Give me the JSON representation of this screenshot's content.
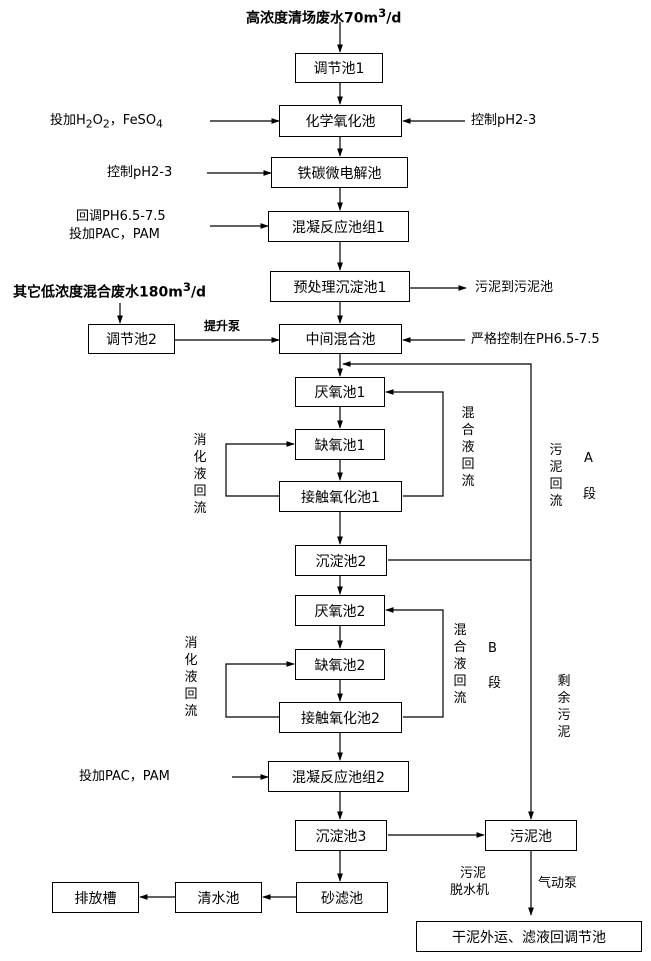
{
  "diagram": {
    "source_label_html": "高浓度清场废水70m<sup>3</sup>/d",
    "other_source_label_html": "其它低浓度混合废水180m<sup>3</sup>/d",
    "dosing_h2o2_html": "投加H<sub>2</sub>O<sub>2</sub>，FeSO<sub>4</sub>",
    "ph_control_oxidation": "控制pH2-3",
    "ph_control_iron_carbon": "控制pH2-3",
    "ph_adjust_line1": "回调PH6.5-7.5",
    "ph_adjust_line2": "投加PAC，PAM",
    "sludge_to_sludge_tank": "污泥到污泥池",
    "lift_pump": "提升泵",
    "strict_ph_control": "严格控制在PH6.5-7.5",
    "mixed_liquor_return_a": "混合液回流",
    "mixed_liquor_return_b": "混合液回流",
    "nitrate_return_a": "消化液回流",
    "nitrate_return_b": "消化液回流",
    "sludge_return": "污泥回流",
    "stage_a_letter": "A",
    "stage_a_char": "段",
    "stage_b_letter": "B",
    "stage_b_char": "段",
    "excess_sludge": "剩余污泥",
    "dosing_pac_pam_2": "投加PAC，PAM",
    "sludge_dewatering_line1": "污泥",
    "sludge_dewatering_line2": "脱水机",
    "pneumatic_pump": "气动泵",
    "boxes": {
      "equalization_tank_1": "调节池1",
      "chemical_oxidation_tank": "化学氧化池",
      "iron_carbon_tank": "铁碳微电解池",
      "coagulation_group_1": "混凝反应池组1",
      "pretreatment_settling_1": "预处理沉淀池1",
      "equalization_tank_2": "调节池2",
      "intermediate_mixing_tank": "中间混合池",
      "anaerobic_tank_1": "厌氧池1",
      "anoxic_tank_1": "缺氧池1",
      "contact_oxidation_1": "接触氧化池1",
      "settling_tank_2": "沉淀池2",
      "anaerobic_tank_2": "厌氧池2",
      "anoxic_tank_2": "缺氧池2",
      "contact_oxidation_2": "接触氧化池2",
      "coagulation_group_2": "混凝反应池组2",
      "settling_tank_3": "沉淀池3",
      "sludge_tank": "污泥池",
      "sand_filter": "砂滤池",
      "clear_water_tank": "清水池",
      "discharge_tank": "排放槽",
      "final_disposal": "干泥外运、滤液回调节池"
    }
  }
}
